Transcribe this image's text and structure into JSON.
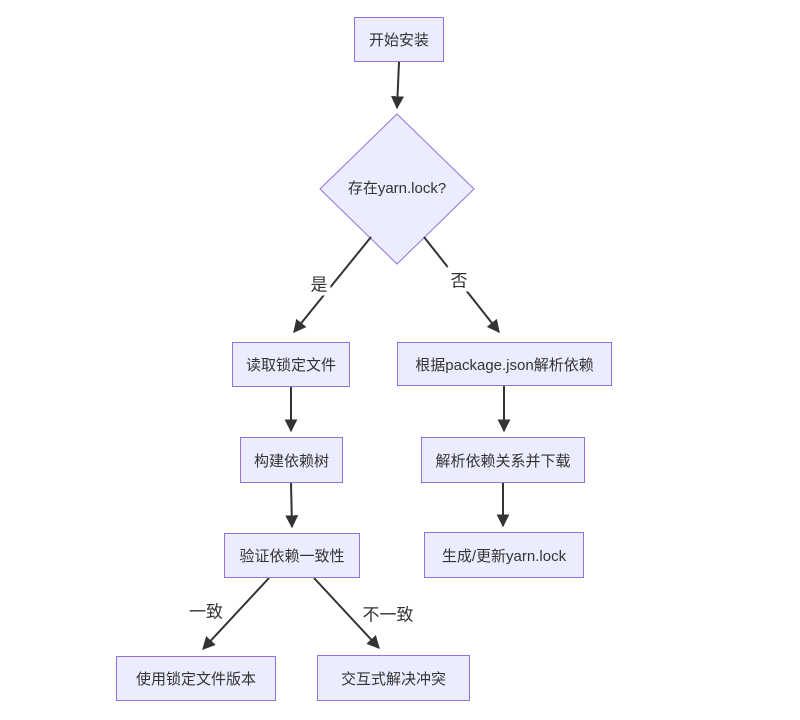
{
  "diagram": {
    "type": "flowchart",
    "direction": "top-down",
    "colors": {
      "background": "#ffffff",
      "node_fill": "#ECECFF",
      "node_border": "#9370DB",
      "text": "#333333",
      "edge": "#333333"
    },
    "nodes": {
      "start": {
        "label": "开始安装",
        "shape": "rect"
      },
      "has_lock": {
        "label": "存在yarn.lock?",
        "shape": "diamond"
      },
      "read_lock": {
        "label": "读取锁定文件",
        "shape": "rect"
      },
      "parse_pkg": {
        "label": "根据package.json解析依赖",
        "shape": "rect"
      },
      "build_tree": {
        "label": "构建依赖树",
        "shape": "rect"
      },
      "resolve_download": {
        "label": "解析依赖关系并下载",
        "shape": "rect"
      },
      "verify": {
        "label": "验证依赖一致性",
        "shape": "rect"
      },
      "gen_lock": {
        "label": "生成/更新yarn.lock",
        "shape": "rect"
      },
      "use_locked": {
        "label": "使用锁定文件版本",
        "shape": "rect"
      },
      "resolve_conflict": {
        "label": "交互式解决冲突",
        "shape": "rect"
      }
    },
    "edge_labels": {
      "yes": "是",
      "no": "否",
      "consistent": "一致",
      "inconsistent": "不一致"
    },
    "edges": [
      {
        "from": "start",
        "to": "has_lock",
        "label": ""
      },
      {
        "from": "has_lock",
        "to": "read_lock",
        "label": "是"
      },
      {
        "from": "has_lock",
        "to": "parse_pkg",
        "label": "否"
      },
      {
        "from": "read_lock",
        "to": "build_tree",
        "label": ""
      },
      {
        "from": "parse_pkg",
        "to": "resolve_download",
        "label": ""
      },
      {
        "from": "build_tree",
        "to": "verify",
        "label": ""
      },
      {
        "from": "resolve_download",
        "to": "gen_lock",
        "label": ""
      },
      {
        "from": "verify",
        "to": "use_locked",
        "label": "一致"
      },
      {
        "from": "verify",
        "to": "resolve_conflict",
        "label": "不一致"
      }
    ]
  }
}
